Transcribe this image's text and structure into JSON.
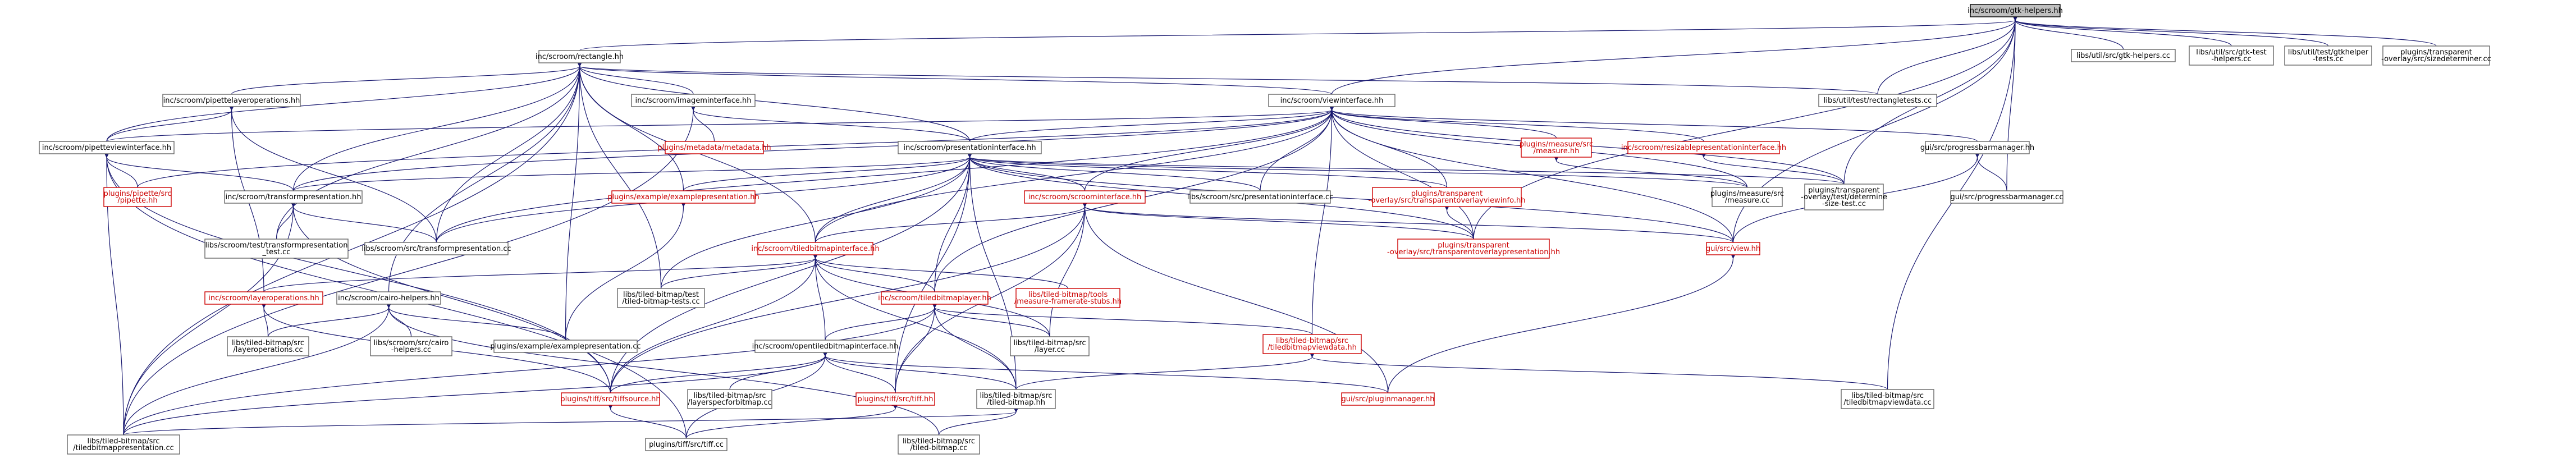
{
  "nodes": [
    {
      "id": "root",
      "lines": [
        "inc/scroom/gtk-helpers.hh"
      ],
      "root": true
    },
    {
      "id": "rect",
      "lines": [
        "inc/scroom/rectangle.hh"
      ]
    },
    {
      "id": "gtkh",
      "lines": [
        "libs/util/src/gtk-helpers.cc"
      ]
    },
    {
      "id": "gtkt",
      "lines": [
        "libs/util/src/gtk-test",
        "-helpers.cc"
      ]
    },
    {
      "id": "gth",
      "lines": [
        "libs/util/test/gtkhelper",
        "-tests.cc"
      ]
    },
    {
      "id": "sizedet",
      "lines": [
        "plugins/transparent",
        "-overlay/src/sizedeterminer.cc"
      ]
    },
    {
      "id": "rectt",
      "lines": [
        "libs/util/test/rectangletests.cc"
      ]
    },
    {
      "id": "pipe",
      "lines": [
        "inc/scroom/pipettelayeroperations.hh"
      ]
    },
    {
      "id": "imgint",
      "lines": [
        "inc/scroom/imageminterface.hh"
      ]
    },
    {
      "id": "view",
      "lines": [
        "inc/scroom/viewinterface.hh"
      ]
    },
    {
      "id": "pipeview",
      "lines": [
        "inc/scroom/pipetteviewinterface.hh"
      ]
    },
    {
      "id": "meta",
      "lines": [
        "plugins/metadata/metadata.hh"
      ],
      "red": true
    },
    {
      "id": "pres",
      "lines": [
        "inc/scroom/presentationinterface.hh"
      ]
    },
    {
      "id": "meash",
      "lines": [
        "plugins/measure/src",
        "/measure.hh"
      ],
      "red": true
    },
    {
      "id": "resize",
      "lines": [
        "inc/scroom/resizablepresentationinterface.hh"
      ],
      "red": true
    },
    {
      "id": "progh",
      "lines": [
        "gui/src/progressbarmanager.hh"
      ]
    },
    {
      "id": "pipetteh",
      "lines": [
        "plugins/pipette/src",
        "/pipette.hh"
      ],
      "red": true
    },
    {
      "id": "tpres",
      "lines": [
        "inc/scroom/transformpresentation.hh"
      ]
    },
    {
      "id": "exh",
      "lines": [
        "plugins/example/examplepresentation.hh"
      ],
      "red": true
    },
    {
      "id": "scroomint",
      "lines": [
        "inc/scroom/scroominterface.hh"
      ],
      "red": true
    },
    {
      "id": "presint",
      "lines": [
        "libs/scroom/src/presentationinterface.cc"
      ]
    },
    {
      "id": "tvinfo",
      "lines": [
        "plugins/transparent",
        "-overlay/src/transparentoverlayviewinfo.hh"
      ],
      "red": true
    },
    {
      "id": "meascc",
      "lines": [
        "plugins/measure/src",
        "/measure.cc"
      ]
    },
    {
      "id": "tptest",
      "lines": [
        "plugins/transparent",
        "-overlay/test/determine",
        "-size-test.cc"
      ]
    },
    {
      "id": "progcc",
      "lines": [
        "gui/src/progressbarmanager.cc"
      ]
    },
    {
      "id": "tptestcc",
      "lines": [
        "libs/scroom/test/transformpresentation",
        "_test.cc"
      ]
    },
    {
      "id": "tpcc",
      "lines": [
        "libs/scroom/src/transformpresentation.cc"
      ]
    },
    {
      "id": "tbint",
      "lines": [
        "inc/scroom/tiledbitmapinterface.hh"
      ],
      "red": true
    },
    {
      "id": "tpresh",
      "lines": [
        "plugins/transparent",
        "-overlay/src/transparentoverlaypresentation.hh"
      ],
      "red": true
    },
    {
      "id": "viewh",
      "lines": [
        "gui/src/view.hh"
      ],
      "red": true
    },
    {
      "id": "layops",
      "lines": [
        "inc/scroom/layeroperations.hh"
      ],
      "red": true
    },
    {
      "id": "cairo",
      "lines": [
        "inc/scroom/cairo-helpers.hh"
      ]
    },
    {
      "id": "tbtest",
      "lines": [
        "libs/tiled-bitmap/test",
        "/tiled-bitmap-tests.cc"
      ]
    },
    {
      "id": "tblayer",
      "lines": [
        "inc/scroom/tiledbitmaplayer.hh"
      ],
      "red": true
    },
    {
      "id": "frstub",
      "lines": [
        "libs/tiled-bitmap/tools",
        "/measure-framerate-stubs.hh"
      ],
      "red": true
    },
    {
      "id": "layopscc",
      "lines": [
        "libs/tiled-bitmap/src",
        "/layeroperations.cc"
      ]
    },
    {
      "id": "cairocc",
      "lines": [
        "libs/scroom/src/cairo",
        "-helpers.cc"
      ]
    },
    {
      "id": "excc",
      "lines": [
        "plugins/example/examplepresentation.cc"
      ]
    },
    {
      "id": "opentb",
      "lines": [
        "inc/scroom/opentiledbitmapinterface.hh"
      ]
    },
    {
      "id": "layercc",
      "lines": [
        "libs/tiled-bitmap/src",
        "/layer.cc"
      ]
    },
    {
      "id": "tbvd",
      "lines": [
        "libs/tiled-bitmap/src",
        "/tiledbitmapviewdata.hh"
      ],
      "red": true
    },
    {
      "id": "tifsrc",
      "lines": [
        "plugins/tiff/src/tiffsource.hh"
      ],
      "red": true
    },
    {
      "id": "lsfb",
      "lines": [
        "libs/tiled-bitmap/src",
        "/layerspecforbitmap.cc"
      ]
    },
    {
      "id": "tiffh",
      "lines": [
        "plugins/tiff/src/tiff.hh"
      ],
      "red": true
    },
    {
      "id": "tbh",
      "lines": [
        "libs/tiled-bitmap/src",
        "/tiled-bitmap.hh"
      ]
    },
    {
      "id": "plugman",
      "lines": [
        "gui/src/pluginmanager.hh"
      ],
      "red": true
    },
    {
      "id": "tbvdcc",
      "lines": [
        "libs/tiled-bitmap/src",
        "/tiledbitmapviewdata.cc"
      ]
    },
    {
      "id": "tbpres",
      "lines": [
        "libs/tiled-bitmap/src",
        "/tiledbitmappresentation.cc"
      ]
    },
    {
      "id": "tiffcc",
      "lines": [
        "plugins/tiff/src/tiff.cc"
      ]
    },
    {
      "id": "tbcc",
      "lines": [
        "libs/tiled-bitmap/src",
        "/tiled-bitmap.cc"
      ]
    }
  ]
}
